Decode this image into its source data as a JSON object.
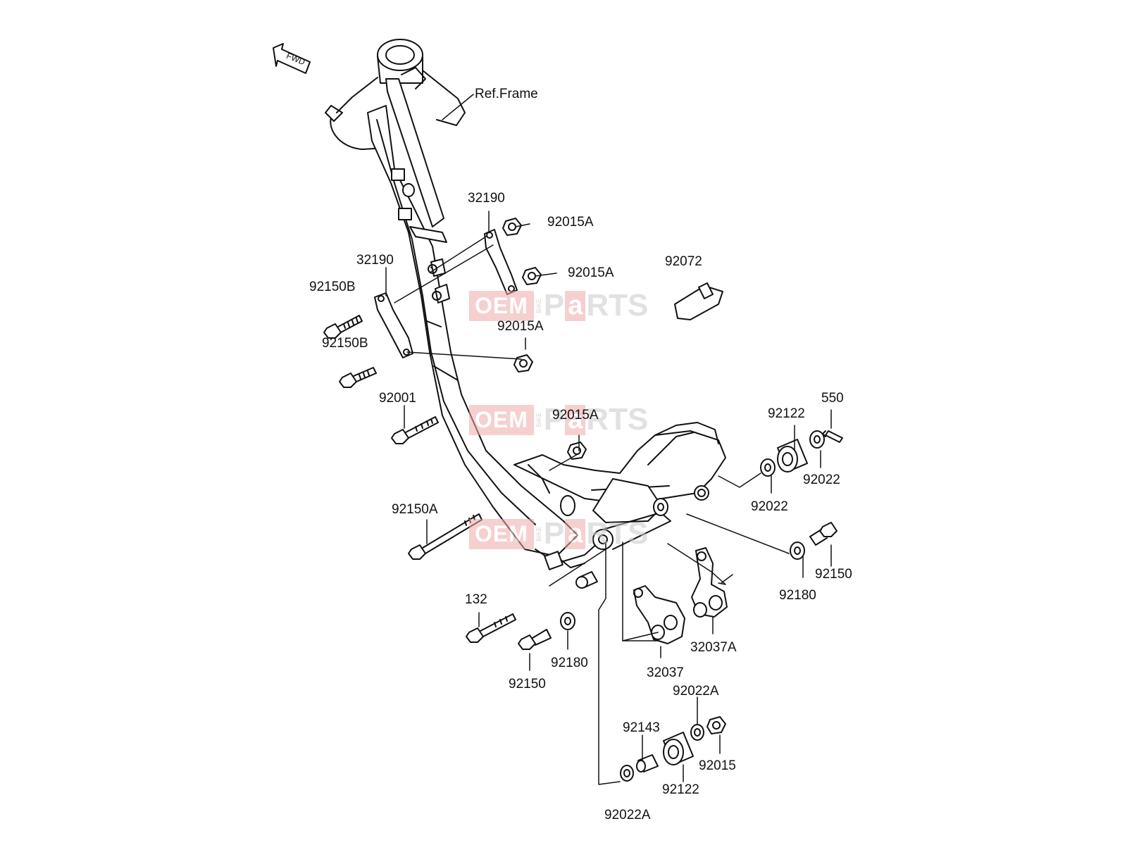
{
  "fwd_label": "FWD",
  "ref_frame_label": "Ref.Frame",
  "watermark": {
    "oem": "OEM",
    "bike": "BIKE",
    "p": "P",
    "a": "a",
    "rts": "RTS"
  },
  "part_labels": [
    "32190",
    "92015A",
    "92015A",
    "92072",
    "32190",
    "92150B",
    "92150B",
    "92015A",
    "92001",
    "92015A",
    "92122",
    "550",
    "92022",
    "92022",
    "92150A",
    "92150",
    "92180",
    "132",
    "32037A",
    "92150",
    "92180",
    "32037",
    "92022A",
    "92143",
    "92015",
    "92122",
    "92022A"
  ],
  "colors": {
    "line": "#111111",
    "watermark_red": "#f0a8a8",
    "watermark_gray": "#c9c9c9"
  }
}
